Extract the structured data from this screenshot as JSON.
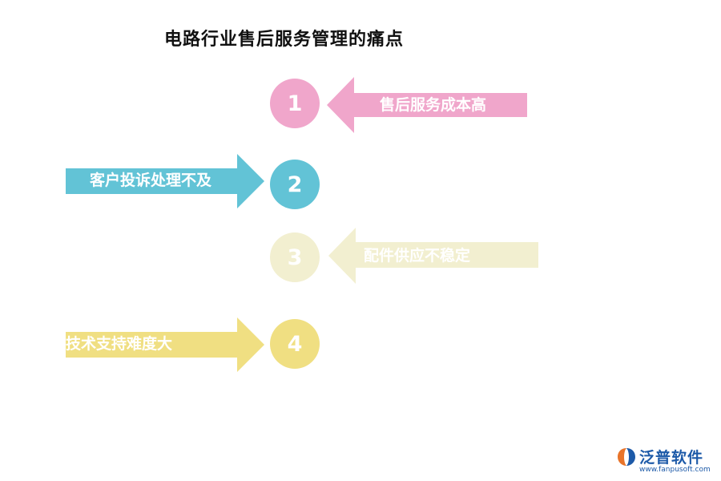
{
  "title": "电路行业售后服务管理的痛点",
  "items": [
    {
      "number": "1",
      "label": "售后服务成本高",
      "color": "#f0a6cb",
      "direction": "left"
    },
    {
      "number": "2",
      "label": "客户投诉处理不及",
      "color": "#62c3d6",
      "direction": "right"
    },
    {
      "number": "3",
      "label": "配件供应不稳定",
      "color": "#f2efd0",
      "direction": "left"
    },
    {
      "number": "4",
      "label": "技术支持难度大",
      "color": "#f0df82",
      "direction": "right"
    }
  ],
  "logo": {
    "name": "泛普软件",
    "url": "www.fanpusoft.com",
    "color": "#1d5aa8"
  }
}
